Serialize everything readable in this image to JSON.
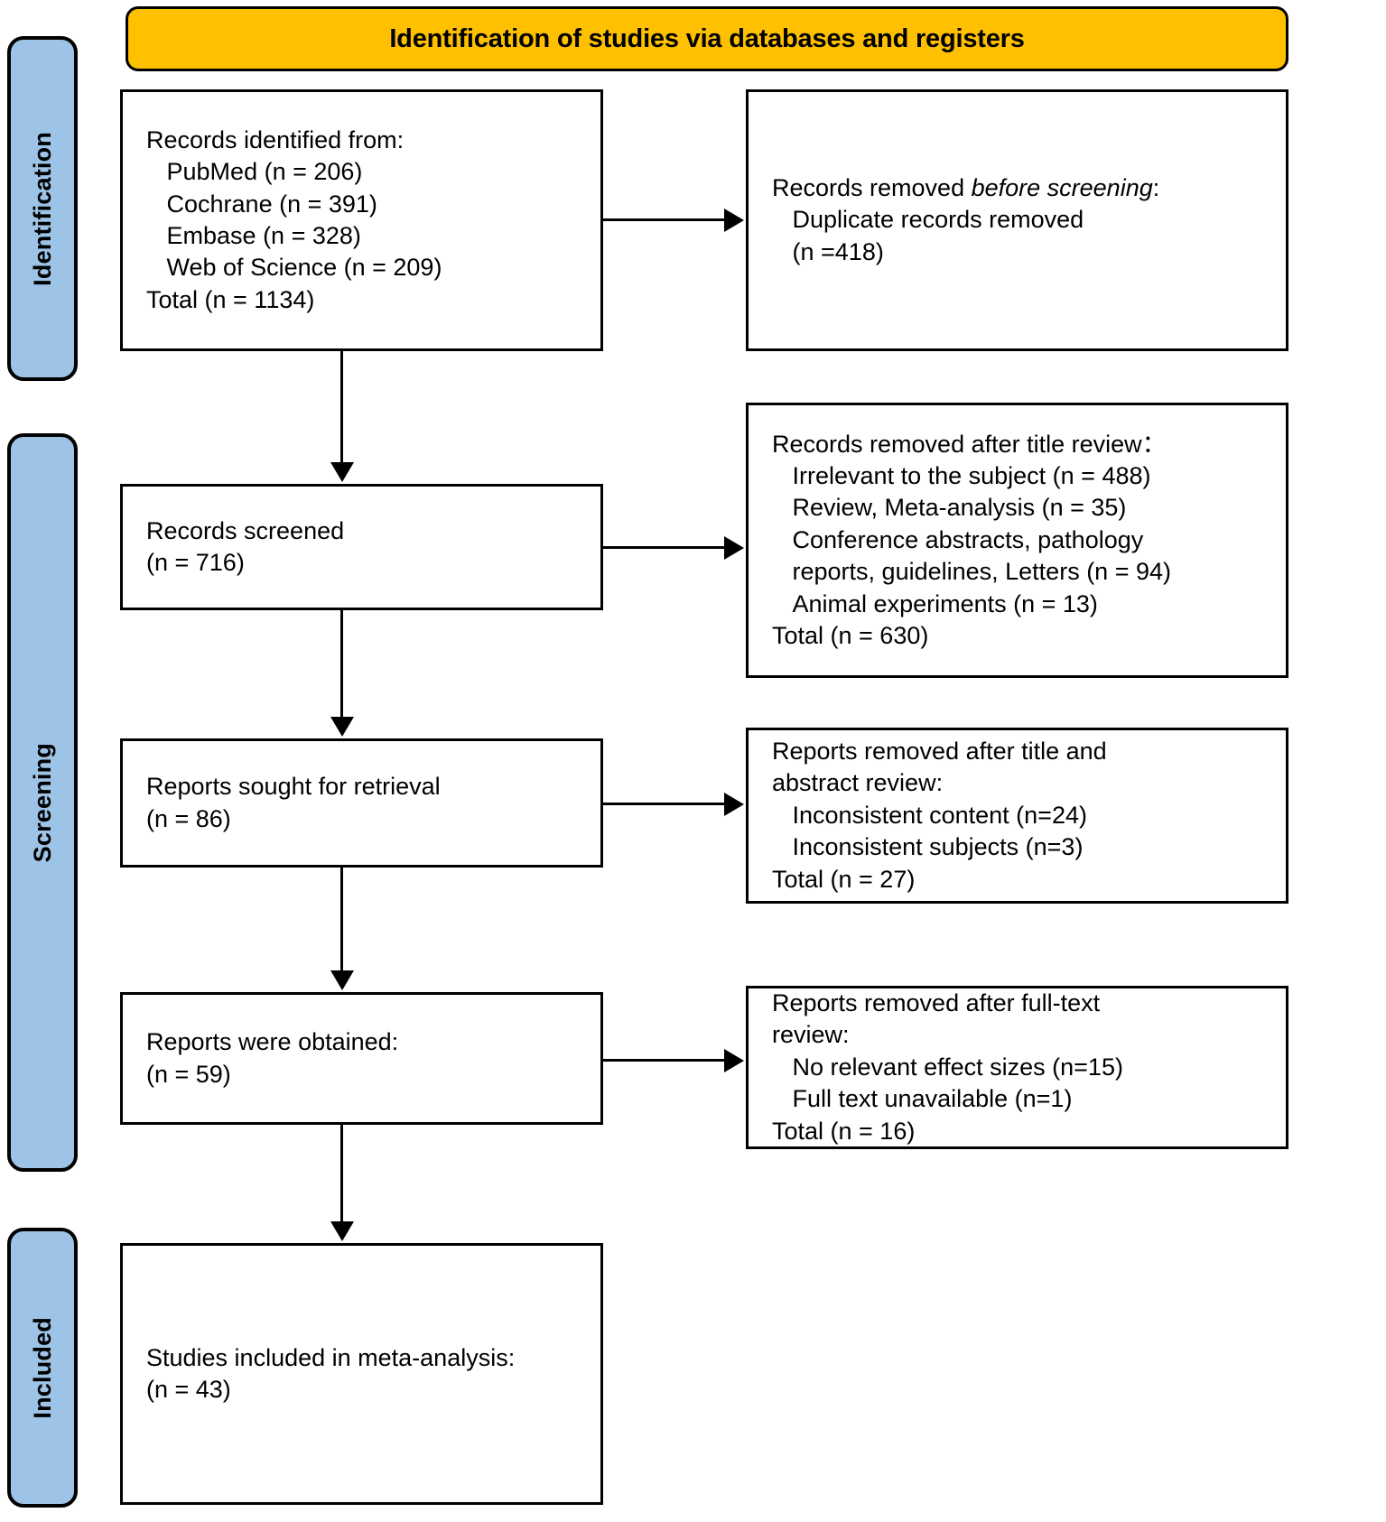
{
  "header": {
    "title": "Identification of studies via databases and registers",
    "color": "#ffc000"
  },
  "phases": {
    "identification": "Identification",
    "screening": "Screening",
    "included": "Included",
    "color": "#9dc3e6"
  },
  "nodes": {
    "identified": {
      "line1": "Records identified from:",
      "line2": "   PubMed (n = 206)",
      "line3": "   Cochrane (n = 391)",
      "line4": "   Embase (n = 328)",
      "line5": "   Web of Science (n = 209)",
      "line6": "Total (n = 1134)",
      "full_text": "Records identified from:\n   PubMed (n = 206)\n   Cochrane (n = 391)\n   Embase (n = 328)\n   Web of Science (n = 209)\nTotal (n = 1134)"
    },
    "removed_before": {
      "lead": "Records removed ",
      "emphasis": "before screening",
      "trail": ":\n   Duplicate records removed\n   (n =418)"
    },
    "screened": {
      "full_text": "Records screened\n(n = 716)"
    },
    "removed_title": {
      "full_text": "Records removed after title review：\n   Irrelevant to the subject (n = 488)\n   Review, Meta-analysis (n = 35)\n   Conference abstracts, pathology\n   reports, guidelines, Letters (n = 94)\n   Animal experiments (n = 13)\nTotal (n = 630)"
    },
    "sought": {
      "full_text": "Reports sought for retrieval\n(n = 86)"
    },
    "removed_abstract": {
      "full_text": "Reports removed after title and\nabstract review:\n   Inconsistent content (n=24)\n   Inconsistent subjects (n=3)\nTotal (n = 27)"
    },
    "obtained": {
      "full_text": "Reports were obtained:\n(n = 59)"
    },
    "removed_fulltext": {
      "full_text": "Reports removed after full-text\nreview:\n   No relevant effect sizes (n=15)\n   Full text unavailable (n=1)\nTotal (n = 16)"
    },
    "included_final": {
      "full_text": "Studies included in meta-analysis:\n(n = 43)"
    }
  },
  "chart_data": {
    "type": "diagram",
    "title": "PRISMA 2020 flow diagram",
    "stages": [
      {
        "phase": "Identification",
        "label": "Records identified from databases",
        "n": 1134,
        "sources": [
          {
            "name": "PubMed",
            "n": 206
          },
          {
            "name": "Cochrane",
            "n": 391
          },
          {
            "name": "Embase",
            "n": 328
          },
          {
            "name": "Web of Science",
            "n": 209
          }
        ]
      },
      {
        "phase": "Identification",
        "label": "Records removed before screening (duplicates)",
        "n": 418
      },
      {
        "phase": "Screening",
        "label": "Records screened",
        "n": 716
      },
      {
        "phase": "Screening",
        "label": "Records removed after title review",
        "n": 630,
        "reasons": [
          {
            "name": "Irrelevant to the subject",
            "n": 488
          },
          {
            "name": "Review, Meta-analysis",
            "n": 35
          },
          {
            "name": "Conference abstracts, pathology reports, guidelines, Letters",
            "n": 94
          },
          {
            "name": "Animal experiments",
            "n": 13
          }
        ]
      },
      {
        "phase": "Screening",
        "label": "Reports sought for retrieval",
        "n": 86
      },
      {
        "phase": "Screening",
        "label": "Reports removed after title and abstract review",
        "n": 27,
        "reasons": [
          {
            "name": "Inconsistent content",
            "n": 24
          },
          {
            "name": "Inconsistent subjects",
            "n": 3
          }
        ]
      },
      {
        "phase": "Screening",
        "label": "Reports were obtained",
        "n": 59
      },
      {
        "phase": "Screening",
        "label": "Reports removed after full-text review",
        "n": 16,
        "reasons": [
          {
            "name": "No relevant effect sizes",
            "n": 15
          },
          {
            "name": "Full text unavailable",
            "n": 1
          }
        ]
      },
      {
        "phase": "Included",
        "label": "Studies included in meta-analysis",
        "n": 43
      }
    ]
  }
}
